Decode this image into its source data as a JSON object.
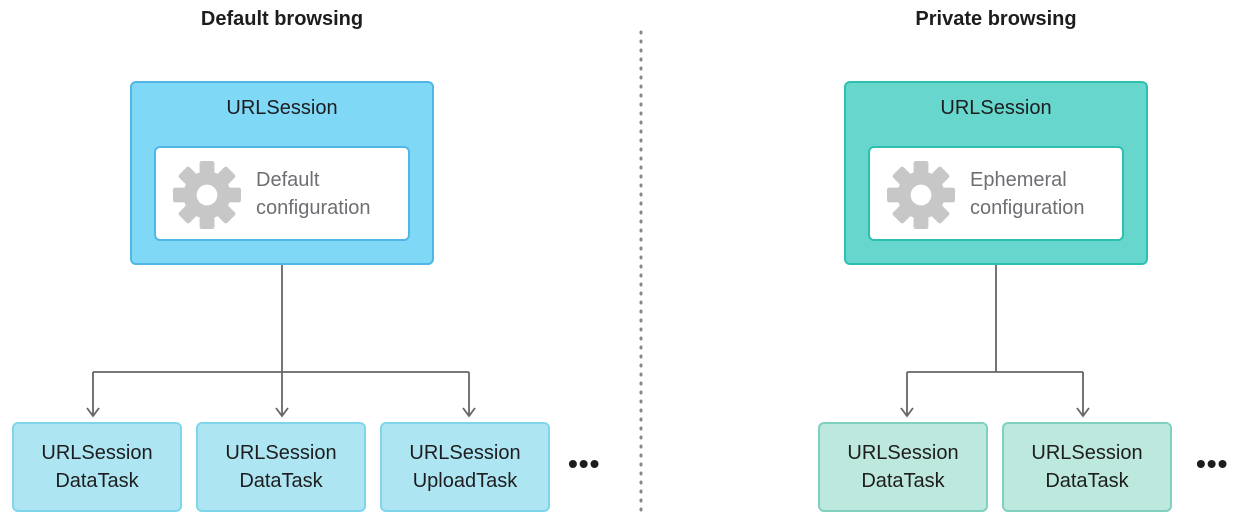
{
  "default_browsing": {
    "heading": "Default browsing",
    "session_label": "URLSession",
    "config_line1": "Default",
    "config_line2": "configuration",
    "tasks": [
      {
        "line1": "URLSession",
        "line2": "DataTask"
      },
      {
        "line1": "URLSession",
        "line2": "DataTask"
      },
      {
        "line1": "URLSession",
        "line2": "UploadTask"
      }
    ],
    "ellipsis": "•••"
  },
  "private_browsing": {
    "heading": "Private browsing",
    "session_label": "URLSession",
    "config_line1": "Ephemeral",
    "config_line2": "configuration",
    "tasks": [
      {
        "line1": "URLSession",
        "line2": "DataTask"
      },
      {
        "line1": "URLSession",
        "line2": "DataTask"
      }
    ],
    "ellipsis": "•••"
  },
  "colors": {
    "default_session_fill": "#80d8f7",
    "default_session_border": "#4fb6e6",
    "default_task_fill": "#ade6f2",
    "default_task_border": "#7fd6ea",
    "private_session_fill": "#67d6cd",
    "private_session_border": "#2dbfb0",
    "private_task_fill": "#bde8dd",
    "private_task_border": "#7fd0bf",
    "connector": "#666666",
    "gear": "#c7c7c7",
    "divider": "#888888"
  }
}
